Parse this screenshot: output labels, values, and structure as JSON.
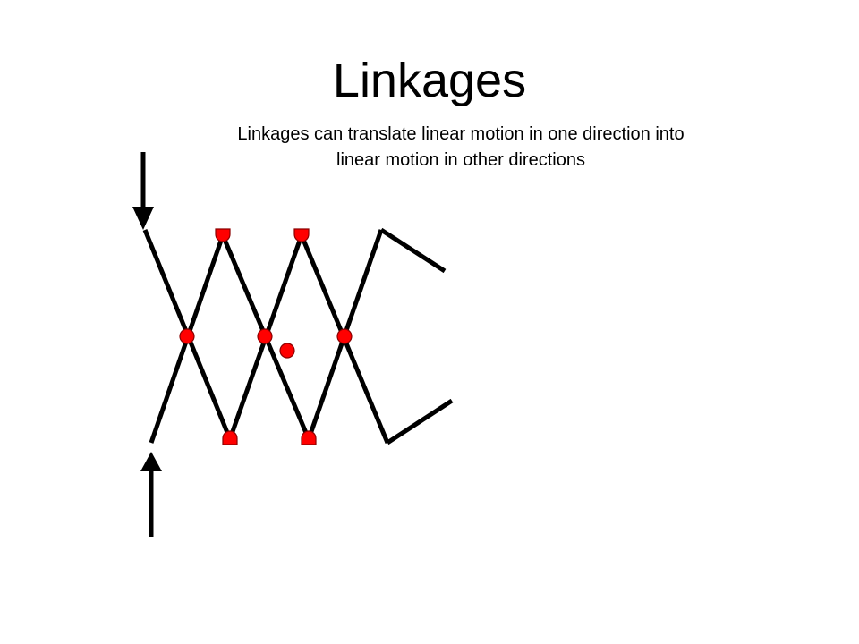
{
  "slide": {
    "title": "Linkages",
    "subtitle_lines": [
      "Linkages can translate linear motion in one direction into",
      "linear motion in other directions"
    ]
  },
  "colors": {
    "link": "#000000",
    "joint": "#ff0000",
    "joint_outline": "#8a0000",
    "background": "#ffffff"
  },
  "diagram": {
    "input_force": "downward-arrow",
    "reaction_force": "upward-arrow",
    "mechanism": "lazy-tongs-scissor-linkage",
    "output": "scissor-jaws-open-right"
  }
}
